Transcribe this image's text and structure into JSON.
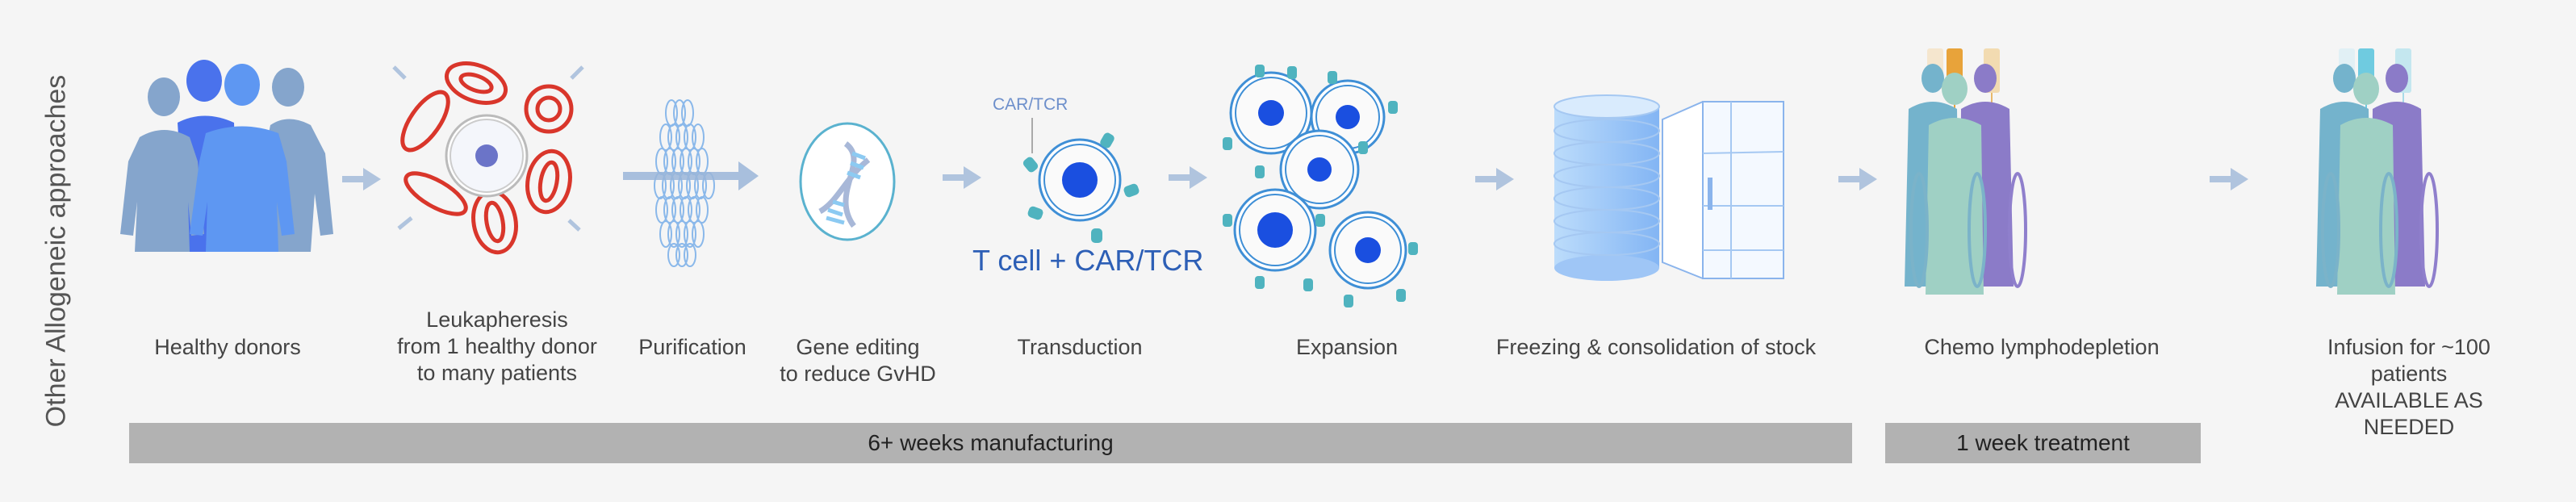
{
  "side_label": "Other Allogeneic approaches",
  "steps": [
    {
      "id": "healthy-donors",
      "label": "Healthy donors",
      "icon": "donor-silhouettes-icon"
    },
    {
      "id": "leukapheresis",
      "label": "Leukapheresis\nfrom 1 healthy donor\nto many patients",
      "icon": "blood-cells-icon"
    },
    {
      "id": "purification",
      "label": "Purification",
      "icon": "filter-membrane-icon"
    },
    {
      "id": "gene-editing",
      "label": "Gene editing\nto reduce GvHD",
      "icon": "dna-icon"
    },
    {
      "id": "transduction",
      "label": "Transduction",
      "icon": "t-cell-car-icon"
    },
    {
      "id": "expansion",
      "label": "Expansion",
      "icon": "expanded-cells-icon"
    },
    {
      "id": "freezing",
      "label": "Freezing & consolidation of stock",
      "icon": "freezer-stack-icon"
    },
    {
      "id": "chemo",
      "label": "Chemo lymphodepletion",
      "icon": "patients-chemo-iv-icon"
    },
    {
      "id": "infusion",
      "label": "Infusion for ~100 patients\nAVAILABLE AS NEEDED",
      "icon": "patients-infusion-iv-icon"
    }
  ],
  "transduction": {
    "callout": "CAR/TCR",
    "caption": "T cell + CAR/TCR"
  },
  "phases": [
    {
      "label": "6+ weeks manufacturing"
    },
    {
      "label": "1 week treatment"
    }
  ],
  "colors": {
    "background": "#f5f5f5",
    "arrow": "#b0c4de",
    "phase_bar": "#b2b2b2",
    "rbc": "#d9362b",
    "car_receptor": "#4fb3bf",
    "nucleus": "#1a4fe0",
    "caption_blue": "#2d5fb6",
    "chemo_bag": "#e8a33a",
    "infusion_bag": "#6fcbe0"
  }
}
